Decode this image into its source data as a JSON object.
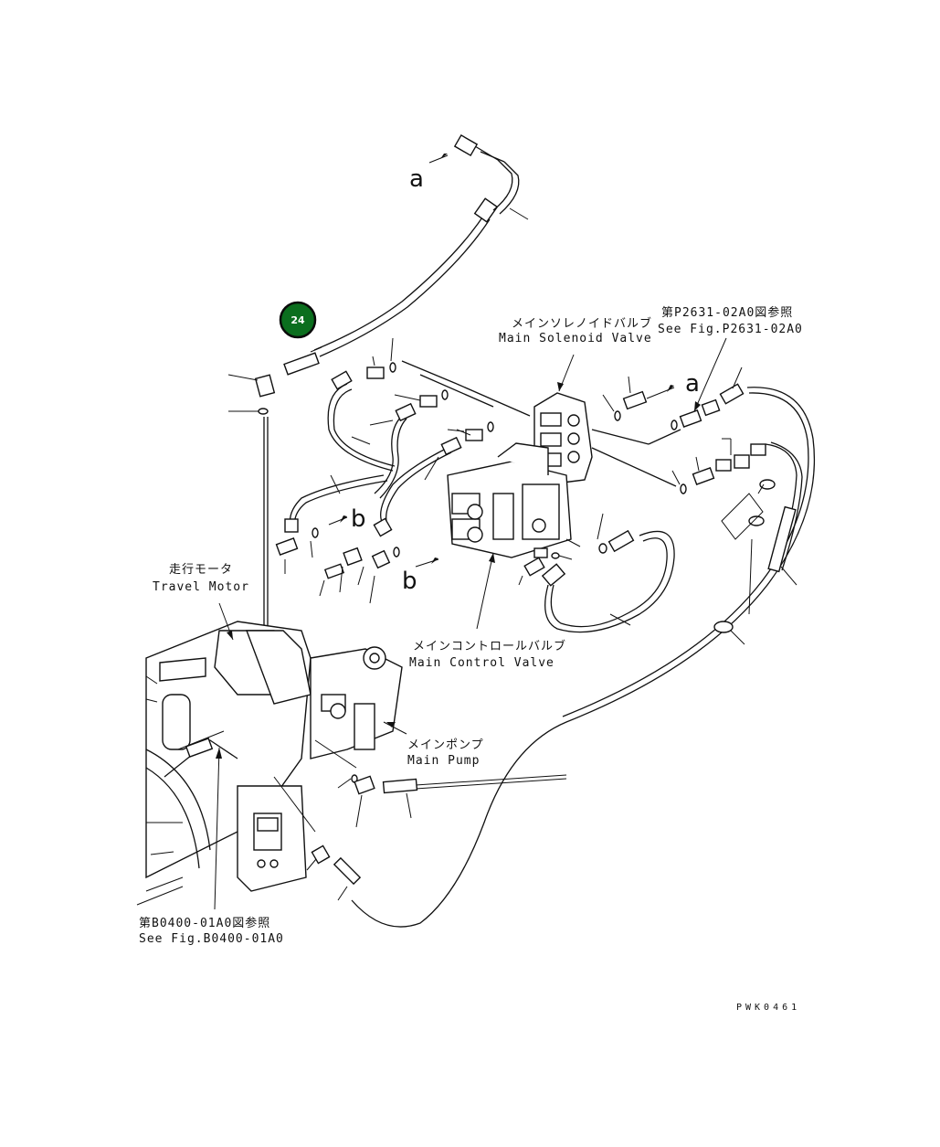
{
  "labels": {
    "main_solenoid_jp": "メインソレノイドバルブ",
    "main_solenoid_en": "Main Solenoid Valve",
    "see_fig_p2631_jp": "第P2631-02A0図参照",
    "see_fig_p2631_en": "See Fig.P2631-02A0",
    "travel_motor_jp": "走行モータ",
    "travel_motor_en": "Travel Motor",
    "main_control_jp": "メインコントロールバルブ",
    "main_control_en": "Main Control Valve",
    "main_pump_jp": "メインポンプ",
    "main_pump_en": "Main Pump",
    "see_fig_b0400_jp": "第B0400-01A0図参照",
    "see_fig_b0400_en": "See Fig.B0400-01A0",
    "marker_a1": "a",
    "marker_a2": "a",
    "marker_b1": "b",
    "marker_b2": "b",
    "drawing_code": "PWK0461"
  },
  "callout": {
    "number": "24",
    "color": "#0b6e1e",
    "ring_color": "#0a0a0a"
  }
}
